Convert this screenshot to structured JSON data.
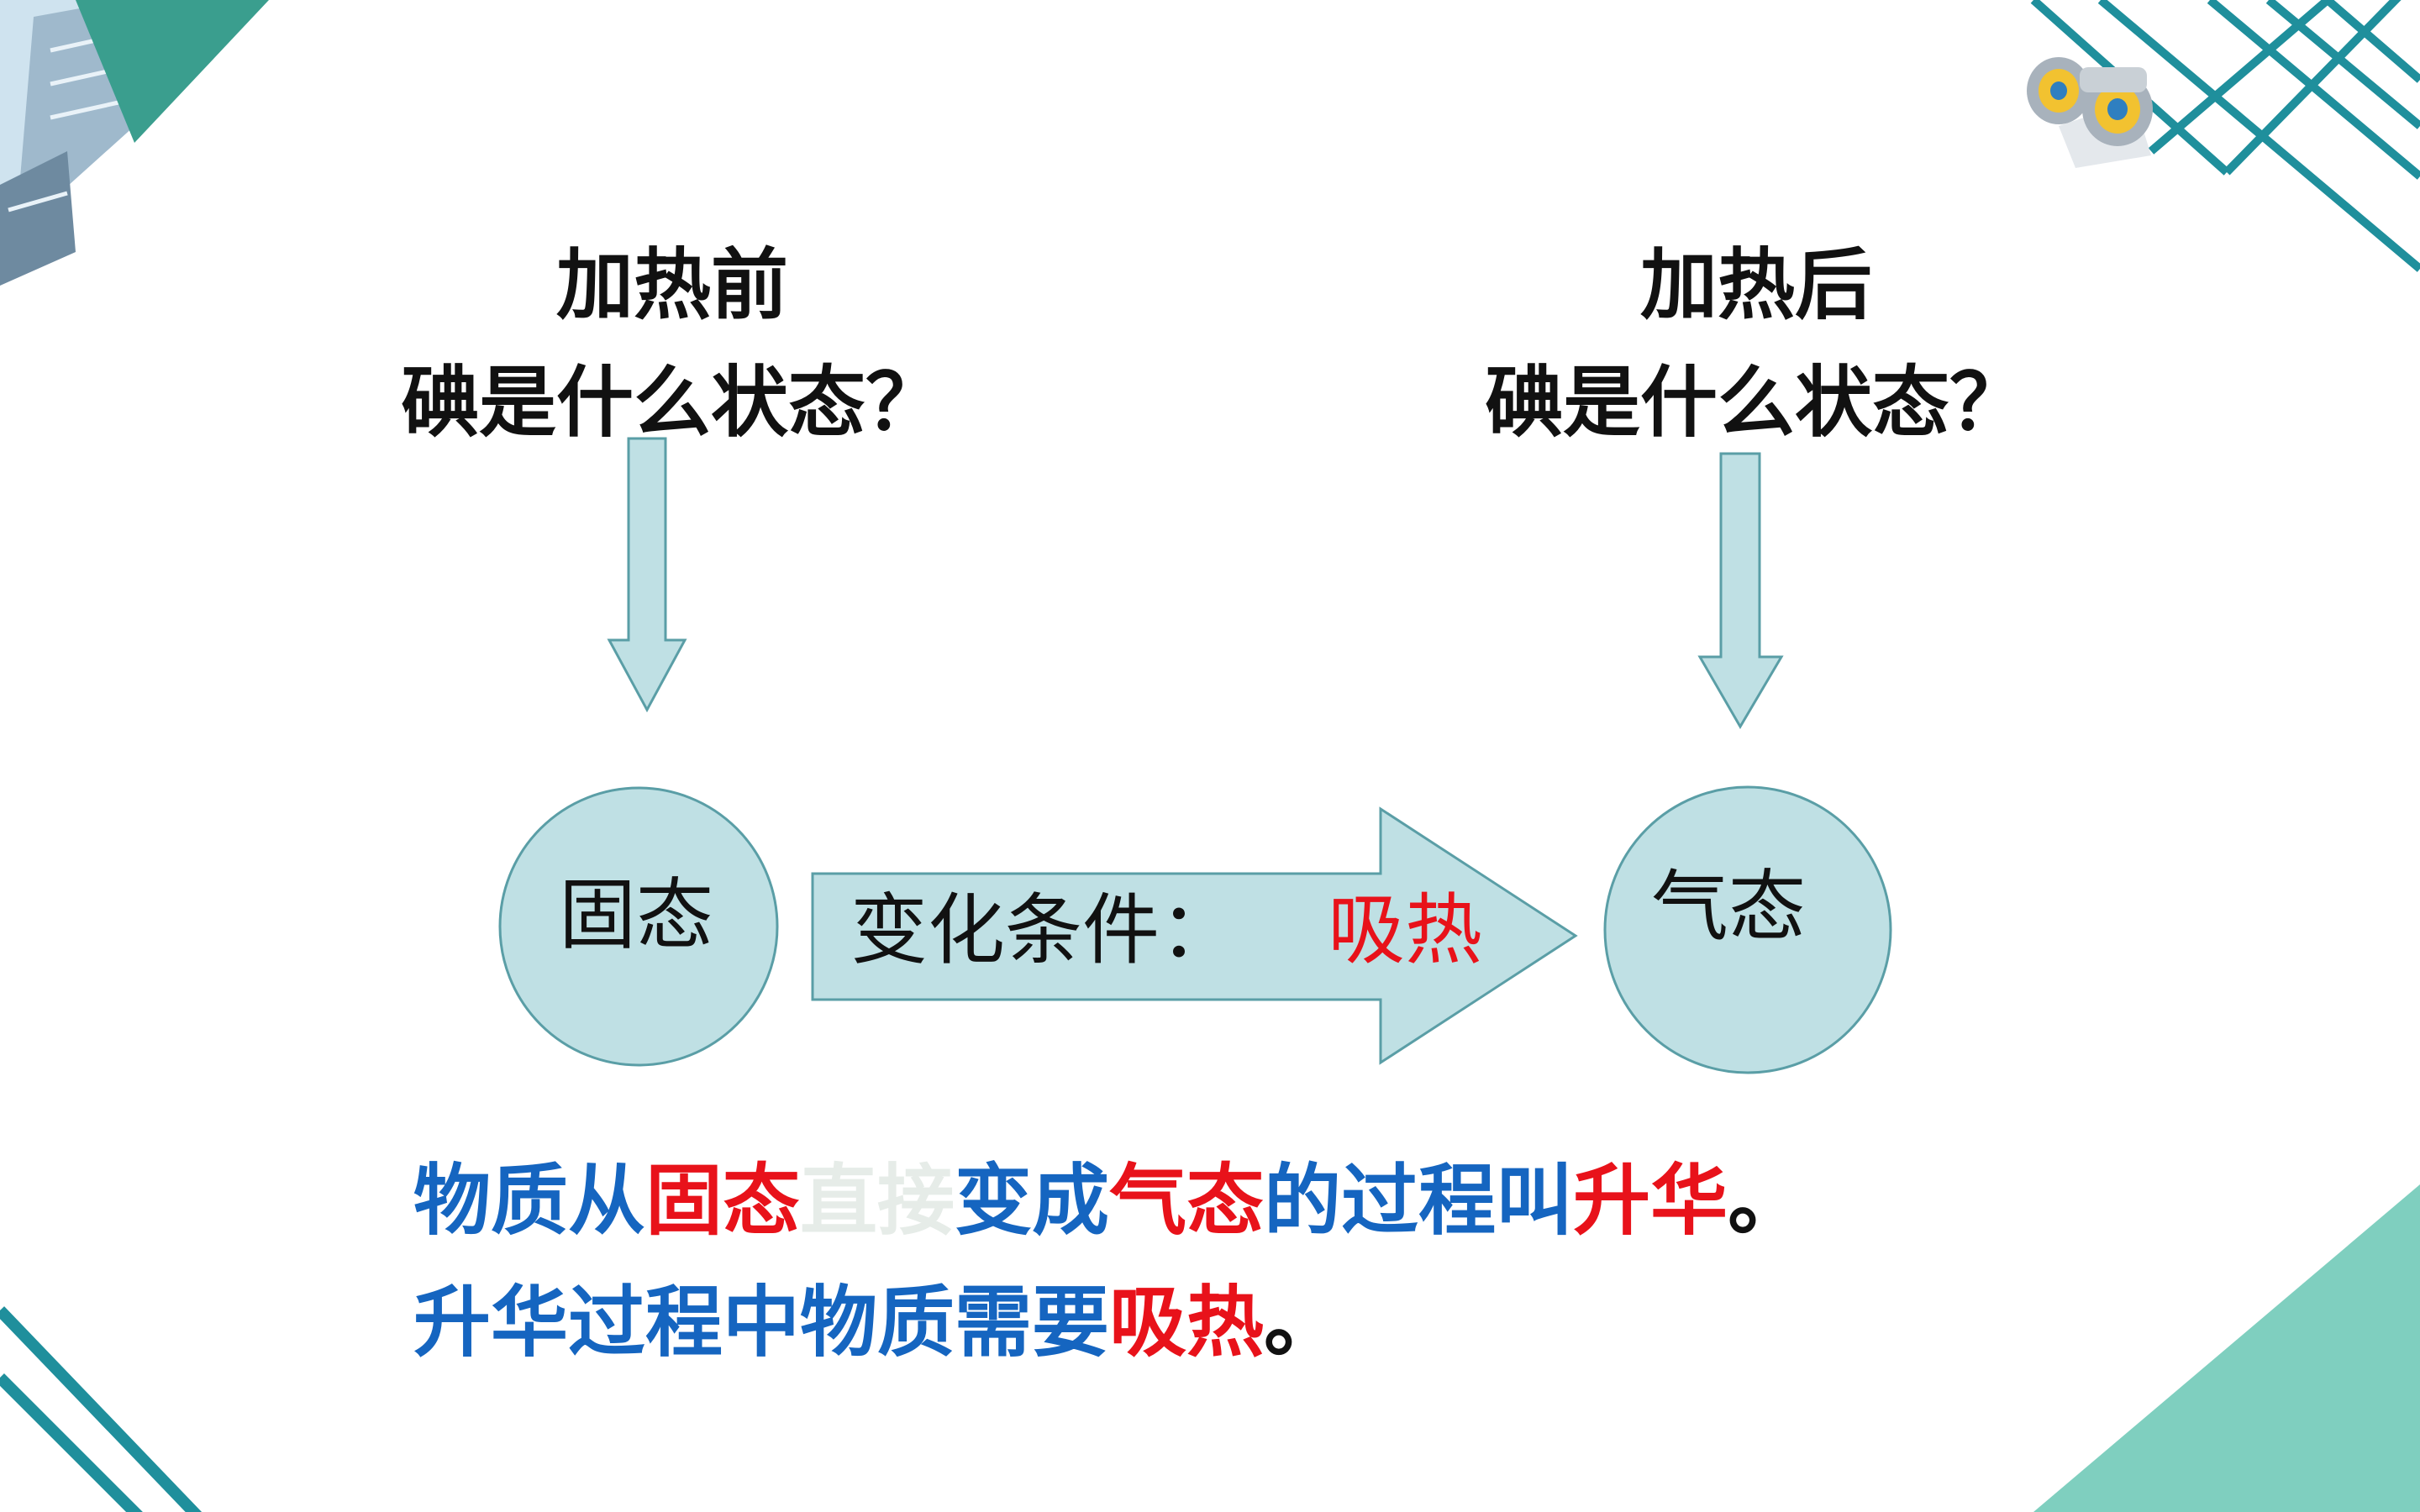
{
  "left_question": {
    "line1": "加热前",
    "line2": "碘是什么状态？"
  },
  "right_question": {
    "line1": "加热后",
    "line2": "碘是什么状态？"
  },
  "states": {
    "solid": "固态",
    "gas": "气态"
  },
  "condition": {
    "label": "变化条件：",
    "value": "吸热"
  },
  "summary": {
    "line1": {
      "p1": "物质从",
      "p2": "固态",
      "p3": "直接",
      "p4": "变成",
      "p5": "气态",
      "p6": "的过程叫",
      "p7": "升华",
      "p8": "。"
    },
    "line2": {
      "p1": "升华过程中物质需要",
      "p2": "吸热",
      "p3": "。"
    }
  },
  "colors": {
    "shape_fill": "#bfe0e4",
    "shape_stroke": "#5a9ea6",
    "blue_text": "#1565c0",
    "red_text": "#e8121a",
    "teal_dark": "#1f8f9c",
    "teal_light": "#7fcfbf"
  },
  "icons": {
    "corner_image": "building-photo",
    "binoculars": "binoculars-icon"
  }
}
